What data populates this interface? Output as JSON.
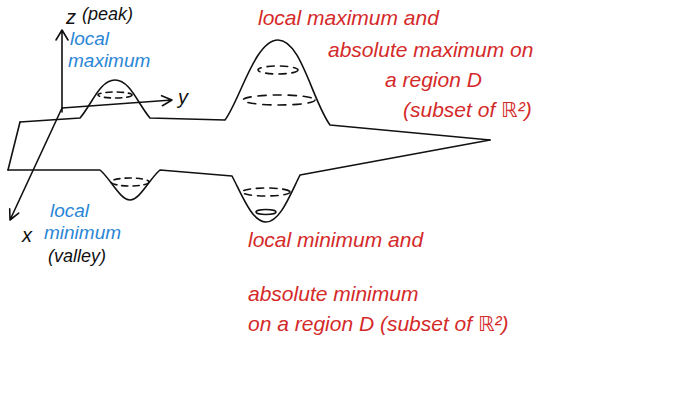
{
  "diagram": {
    "labels": [
      "z",
      "(peak)",
      "local maximum",
      "y",
      "x",
      "local minimum",
      "(valley)",
      "local maximum and absolute maximum on a region D (subset of ℝ²)",
      "local minimum and absolute minimum on a region D (subset of ℝ²)"
    ]
  }
}
